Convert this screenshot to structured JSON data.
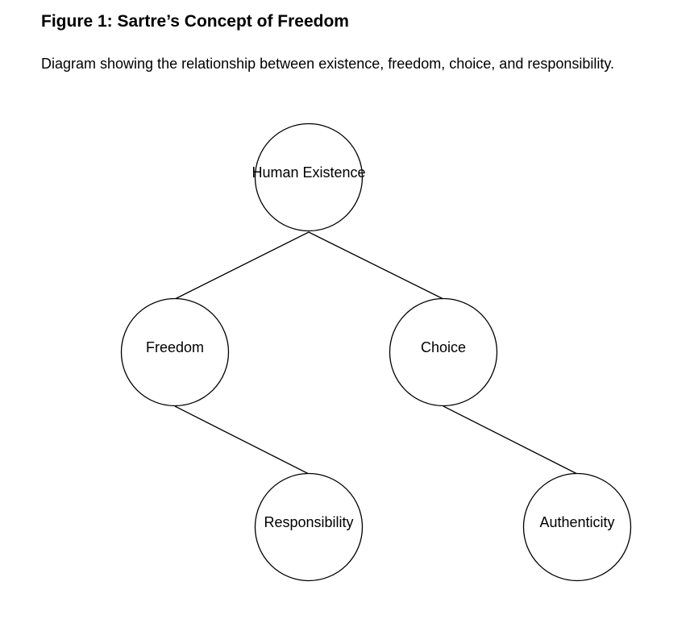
{
  "figure": {
    "title": "Figure 1: Sartre’s Concept of Freedom",
    "caption": "Diagram showing the relationship between existence, freedom, choice, and responsibility."
  },
  "diagram": {
    "nodes": [
      {
        "id": "human-existence",
        "label": "Human Existence"
      },
      {
        "id": "freedom",
        "label": "Freedom"
      },
      {
        "id": "choice",
        "label": "Choice"
      },
      {
        "id": "responsibility",
        "label": "Responsibility"
      },
      {
        "id": "authenticity",
        "label": "Authenticity"
      }
    ],
    "edges": [
      {
        "from": "human-existence",
        "to": "freedom"
      },
      {
        "from": "human-existence",
        "to": "choice"
      },
      {
        "from": "freedom",
        "to": "responsibility"
      },
      {
        "from": "choice",
        "to": "authenticity"
      }
    ]
  }
}
